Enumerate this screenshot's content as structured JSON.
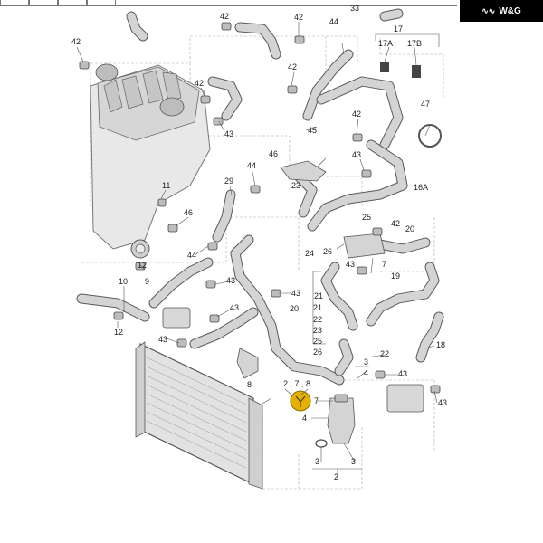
{
  "brand": {
    "text": "W&G",
    "mark": "wave-logo-icon"
  },
  "labels": {
    "l42a": "42",
    "l42b": "42",
    "l42c": "42",
    "l42d": "42",
    "l42e": "42",
    "l42f": "42",
    "l44a": "44",
    "l44b": "44",
    "l44c": "44",
    "l43a": "43",
    "l43b": "43",
    "l43c": "43",
    "l43d": "43",
    "l43e": "43",
    "l43f": "43",
    "l43g": "43",
    "l43h": "43",
    "l45": "45",
    "l47": "47",
    "l17": "17",
    "l17a": "17A",
    "l17b": "17B",
    "l16a": "16A",
    "l46a": "46",
    "l46b": "46",
    "l23": "23",
    "l29": "29",
    "l11": "11",
    "l12a": "12",
    "l12b": "12",
    "l10": "10",
    "l9": "9",
    "l8": "8",
    "l25": "25",
    "l20a": "20",
    "l20b": "20",
    "l24": "24",
    "l26": "26",
    "l21a": "21",
    "l21b": "21",
    "l22a": "22",
    "l22b": "22",
    "l23b": "23",
    "l25b": "25",
    "l26b": "26",
    "l19": "19",
    "l18": "18",
    "l7a": "7",
    "l7b": "7",
    "l4a": "4",
    "l4b": "4",
    "l3a": "3",
    "l3b": "3",
    "l3c": "3",
    "l2": "2",
    "l278": "2 , 7 , 8",
    "l33": "33"
  }
}
